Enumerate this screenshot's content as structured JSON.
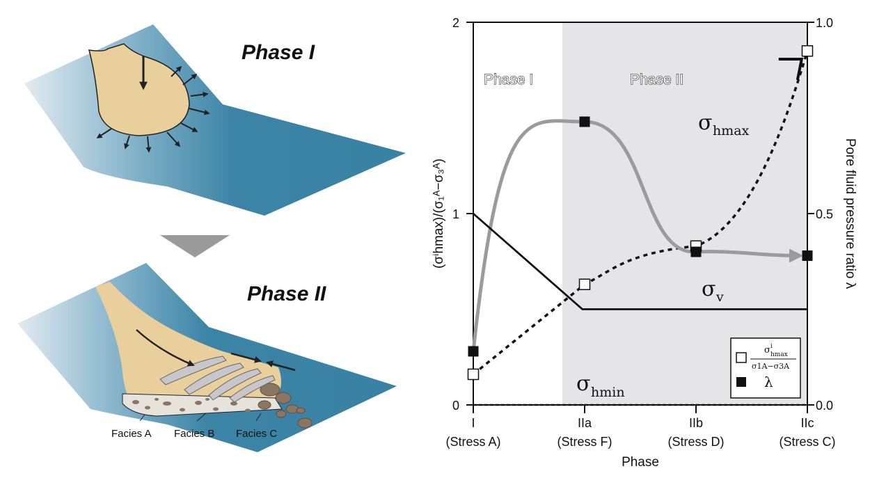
{
  "diagram": {
    "phase1_title": "Phase I",
    "phase2_title": "Phase II",
    "facies": [
      "Facies A",
      "Facies B",
      "Facies C"
    ],
    "colors": {
      "water_dark": "#3c84a6",
      "water_light": "#e2ebf1",
      "sediment": "#e9cf9c",
      "arrow_gray": "#9b9b9b",
      "clast": "#8b7563"
    }
  },
  "chart_data": {
    "type": "line",
    "categories": [
      "I",
      "IIa",
      "IIb",
      "IIc"
    ],
    "category_sublabels": [
      "(Stress A)",
      "(Stress F)",
      "(Stress D)",
      "(Stress C)"
    ],
    "xlabel": "Phase",
    "ylabel_left": "(σⁱhmax)/(σ₁ᴬ−σ₃ᴬ)",
    "ylabel_right": "Pore fluid pressure ratio λ",
    "ylim_left": [
      0,
      2
    ],
    "ylim_right": [
      0,
      1
    ],
    "left_ticks": [
      "0",
      "1",
      "2"
    ],
    "right_ticks": [
      "0.0",
      "0.5",
      "1.0"
    ],
    "shaded_region": {
      "x_from": 0.8,
      "x_to": 3,
      "color": "#e5e5e8"
    },
    "region_labels": [
      "Phase I",
      "Phase II"
    ],
    "series": [
      {
        "name": "σhmax",
        "axis": "left",
        "style": "dotted",
        "marker": "open-square",
        "x": [
          0,
          1,
          2,
          3
        ],
        "values": [
          0.16,
          0.63,
          0.83,
          1.85
        ]
      },
      {
        "name": "λ",
        "axis": "right",
        "style": "gray-curve",
        "marker": "filled-square",
        "x": [
          0,
          1,
          2,
          3
        ],
        "values": [
          0.14,
          0.74,
          0.4,
          0.39
        ]
      },
      {
        "name": "σv",
        "axis": "left",
        "style": "solid",
        "x": [
          0,
          0.98,
          3
        ],
        "values": [
          1.0,
          0.5,
          0.5
        ]
      },
      {
        "name": "σhmin",
        "axis": "left",
        "style": "dashed",
        "x": [
          0,
          3
        ],
        "values": [
          0.0,
          0.0
        ]
      }
    ],
    "series_labels": {
      "hmax": {
        "sym": "σ",
        "sub": "hmax"
      },
      "v": {
        "sym": "σ",
        "sub": "v"
      },
      "hmin": {
        "sym": "σ",
        "sub": "hmin"
      }
    },
    "legend": {
      "placement": "bottom-right",
      "open_label": {
        "num_sym": "σ",
        "num_sup": "i",
        "num_sub": "hmax",
        "den": "σ1A−σ3A"
      },
      "filled_label": "λ"
    }
  }
}
